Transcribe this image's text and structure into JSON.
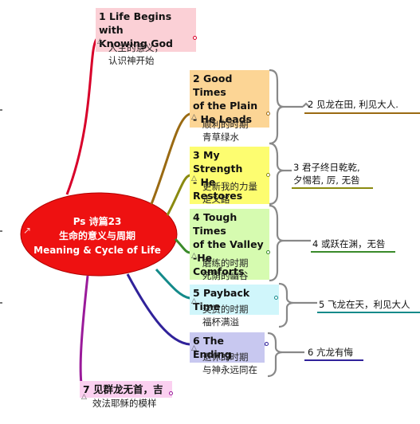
{
  "center": {
    "title": "Ps 诗篇23\n生命的意义与周期\nMeaning & Cycle of Life",
    "color": "#ee1111"
  },
  "branches": [
    {
      "label": "1 Life Begins with\nKnowing God",
      "fill": "#fbd0d6",
      "sub": "人生的意义，\n认识神开始"
    },
    {
      "label": "2 Good Times\nof the Plain\n- He Leads",
      "fill": "#fcd595",
      "sub": "顺利的时期\n青草绿水",
      "side": "2 见龙在田, 利见大人."
    },
    {
      "label": "3 My Strength\n- He Restores",
      "fill": "#fdfd70",
      "sub": "更新我的力量\n走义路",
      "side": "3 君子终日乾乾,\n夕惕若, 厉, 无咎"
    },
    {
      "label": "4 Tough Times\nof the Valley\n-He Comforts",
      "fill": "#d6fbb0",
      "sub": "磨练的时期\n死荫的幽谷",
      "side": "4 或跃在渊，无咎"
    },
    {
      "label": "5 Payback Time",
      "fill": "#d0f6fb",
      "sub": "奖赏的时期\n福杯满溢",
      "side": "5 飞龙在天，利见大人"
    },
    {
      "label": "6 The Ending",
      "fill": "#c8c8f0",
      "sub": "退休的时期\n与神永远同在",
      "side": "6 亢龙有悔"
    },
    {
      "label": "7 见群龙无首，吉",
      "fill": "#fbd0f0",
      "sub": "效法耶稣的模样"
    }
  ]
}
